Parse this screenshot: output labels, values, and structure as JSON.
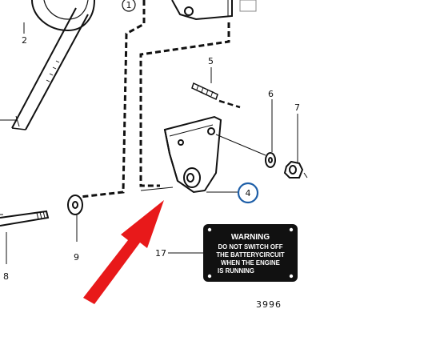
{
  "diagram": {
    "callouts": {
      "c1": "1",
      "c2": "2",
      "c4": "4",
      "c5": "5",
      "c6": "6",
      "c7": "7",
      "c8": "8",
      "c9": "9",
      "c17": "17"
    },
    "warning_plate": {
      "title": "WARNING",
      "lines": [
        "DO NOT SWITCH OFF",
        "THE BATTERYCIRCUIT",
        "WHEN THE ENGINE",
        "IS RUNNING"
      ]
    },
    "drawing_number": "3996",
    "colors": {
      "ink": "#111111",
      "highlight_circle": "#1e5fa8",
      "arrow": "#e8191a",
      "plate_bg": "#111111",
      "plate_text": "#ffffff"
    }
  }
}
